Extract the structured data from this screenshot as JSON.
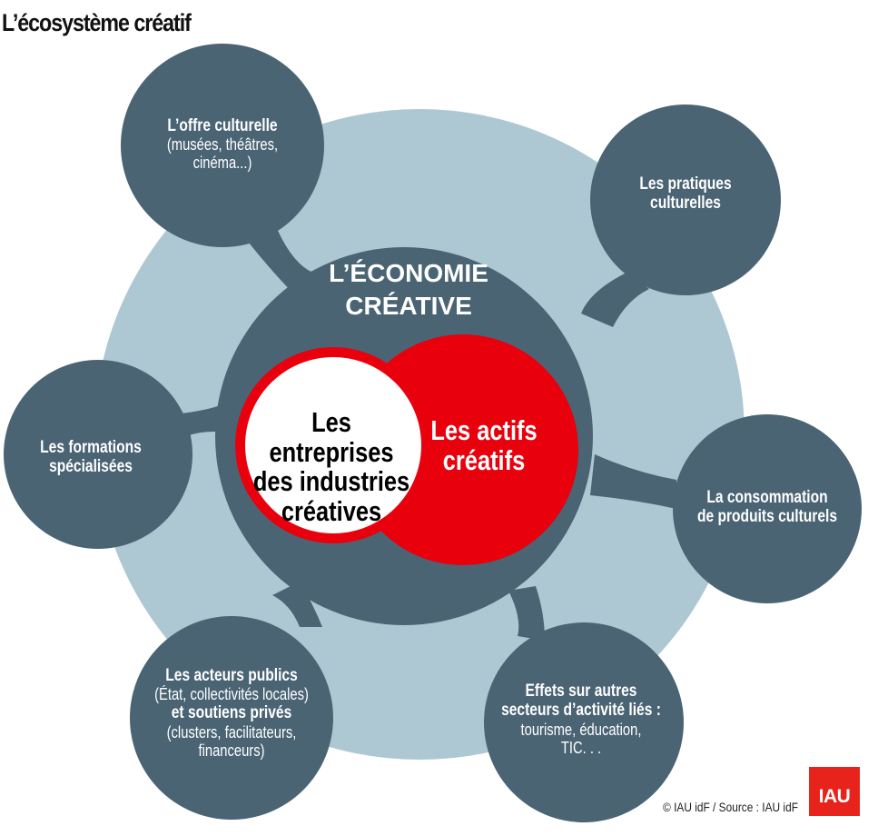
{
  "title": "L’écosystème créatif",
  "colors": {
    "outer_ring": "#adc8d3",
    "node_dark": "#4a6474",
    "red": "#e8000d",
    "white": "#ffffff",
    "text_dark": "#000000",
    "logo_red": "#e8231b"
  },
  "center": {
    "title_line1": "L’ÉCONOMIE",
    "title_line2": "CRÉATIVE",
    "white_circle": {
      "line1": "Les entreprises",
      "line2": "des industries",
      "line3": "créatives"
    },
    "red_circle": {
      "line1": "Les actifs",
      "line2": "créatifs"
    }
  },
  "nodes": {
    "offre": {
      "title": "L’offre culturelle",
      "sub_line1": "(musées, théâtres,",
      "sub_line2": "cinéma...)"
    },
    "pratiques": {
      "title_line1": "Les pratiques",
      "title_line2": "culturelles"
    },
    "formations": {
      "title_line1": "Les formations",
      "title_line2": "spécialisées"
    },
    "consommation": {
      "title_line1": "La consommation",
      "title_line2": "de produits culturels"
    },
    "acteurs": {
      "title": "Les acteurs publics",
      "sub_line1": "(État, collectivités locales)",
      "title2": "et soutiens privés",
      "sub_line2": "(clusters, facilitateurs,",
      "sub_line3": "financeurs)"
    },
    "effets": {
      "title_line1": "Effets sur autres",
      "title_line2": "secteurs d’activité liés :",
      "sub_line1": "tourisme, éducation,",
      "sub_line2": "TIC. . ."
    }
  },
  "footer": {
    "credit": "© IAU idF / Source : IAU idF",
    "logo_text": "IAU"
  }
}
